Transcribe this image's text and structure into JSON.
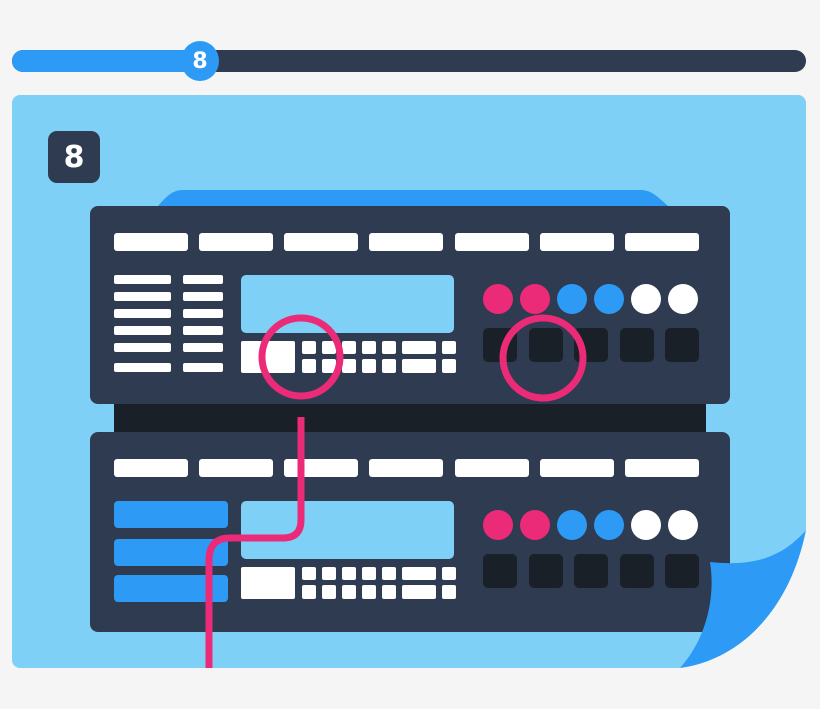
{
  "slider": {
    "value": "8",
    "fill_percent": 23,
    "colors": {
      "fill": "#2d9af5",
      "track": "#2e3b51"
    }
  },
  "panel": {
    "badge_label": "8",
    "colors": {
      "background": "#7fd0f7",
      "unit": "#2e3b51",
      "accent_pink": "#ec2b78",
      "accent_blue": "#2d9af5",
      "dark_key": "#1a2028"
    }
  },
  "illustration": {
    "description": "Two stacked rack hardware units with highlight circles and a connecting cable",
    "top_unit": {
      "header_bars": 7,
      "left_lines_rows": 6,
      "screen": "light-blue display",
      "indicator_dots": [
        "pink",
        "pink",
        "blue",
        "blue",
        "white",
        "white"
      ],
      "dark_keys": 5,
      "highlight_circles": 2
    },
    "bottom_unit": {
      "header_bars": 7,
      "blue_bars": 3,
      "screen": "light-blue display",
      "indicator_dots": [
        "pink",
        "pink",
        "blue",
        "blue",
        "white",
        "white"
      ],
      "dark_keys": 5
    }
  }
}
